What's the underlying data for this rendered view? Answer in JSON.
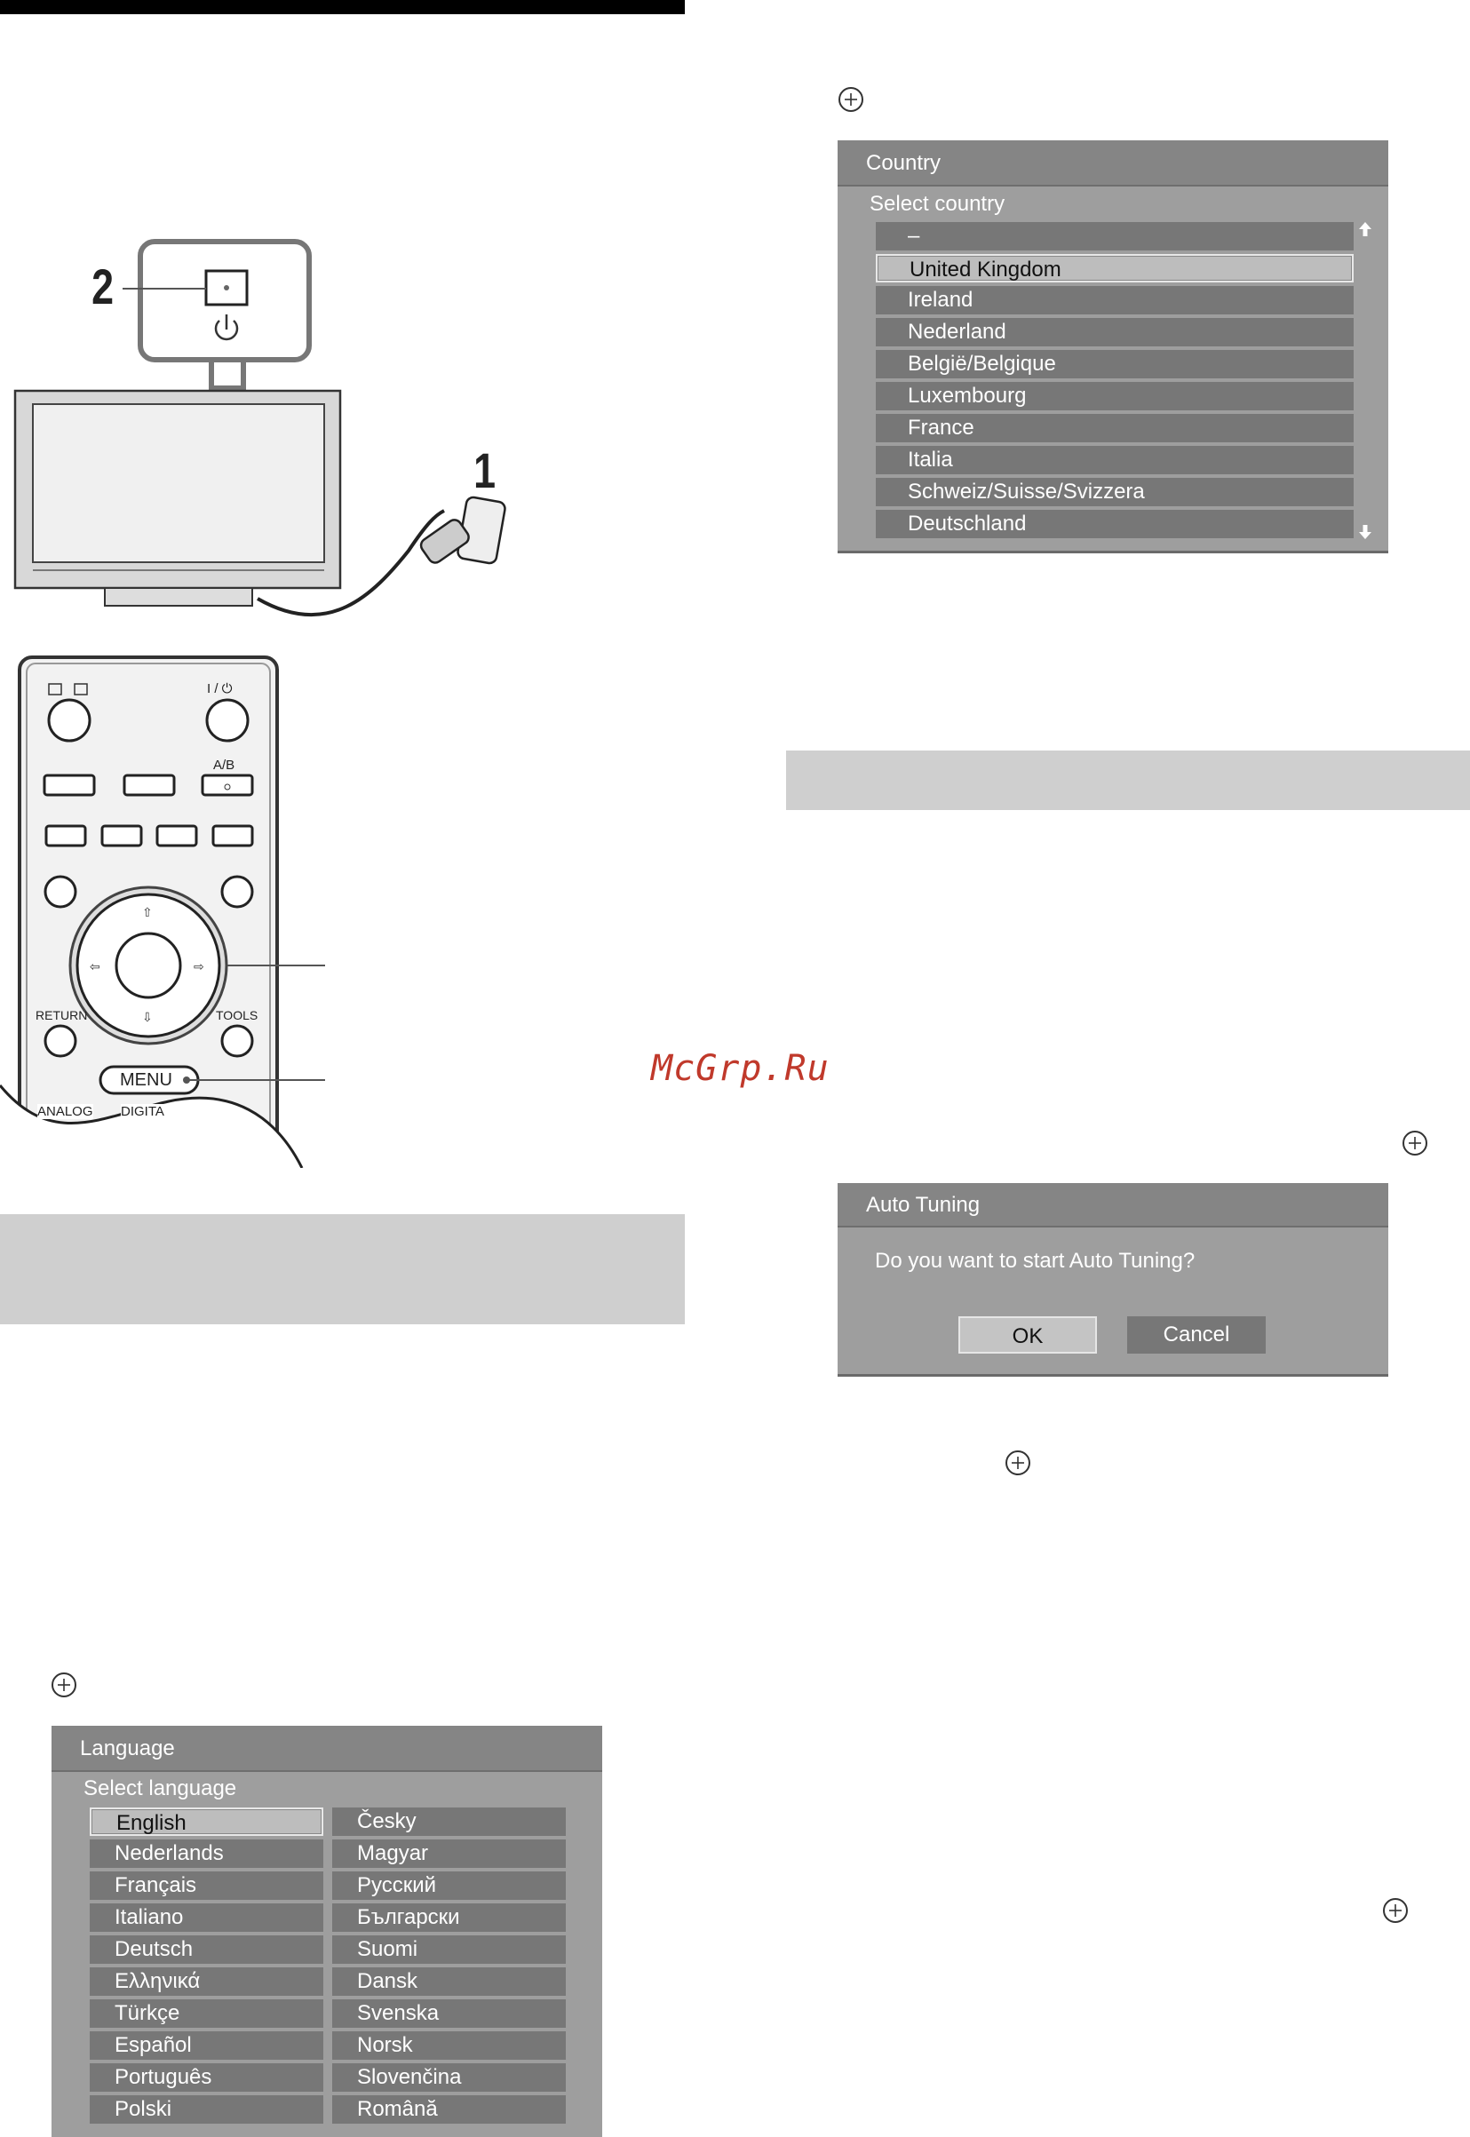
{
  "watermark": "McGrp.Ru",
  "illustration": {
    "step1": "1",
    "step2": "2",
    "remote": {
      "top_right_label": "I / ⏻",
      "ab_label": "A/B",
      "return_label": "RETURN",
      "tools_label": "TOOLS",
      "menu_label": "MENU",
      "analog_label": "ANALOG",
      "digital_label": "DIGITA"
    }
  },
  "country_screen": {
    "title": "Country",
    "subtitle": "Select country",
    "items": [
      "–",
      "United Kingdom",
      "Ireland",
      "Nederland",
      "België/Belgique",
      "Luxembourg",
      "France",
      "Italia",
      "Schweiz/Suisse/Svizzera",
      "Deutschland"
    ],
    "selected_index": 1
  },
  "auto_tuning_screen": {
    "title": "Auto Tuning",
    "question": "Do you want to start Auto Tuning?",
    "ok_label": "OK",
    "cancel_label": "Cancel"
  },
  "language_screen": {
    "title": "Language",
    "subtitle": "Select language",
    "left_column": [
      "English",
      "Nederlands",
      "Français",
      "Italiano",
      "Deutsch",
      "Ελληνικά",
      "Türkçe",
      "Español",
      "Português",
      "Polski"
    ],
    "right_column": [
      "Česky",
      "Magyar",
      "Русский",
      "Български",
      "Suomi",
      "Dansk",
      "Svenska",
      "Norsk",
      "Slovenčina",
      "Română"
    ],
    "selected": "English"
  },
  "icons": [
    "cross-icon",
    "power-icon",
    "up-arrow-icon",
    "down-arrow-icon",
    "plug-icon"
  ]
}
